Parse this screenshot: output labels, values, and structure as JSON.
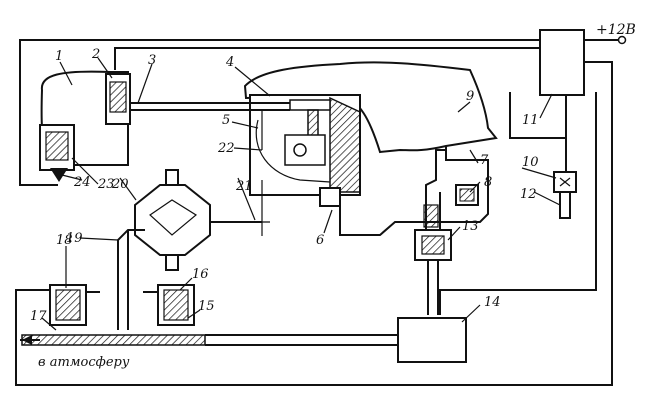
{
  "supply_voltage": "+12В",
  "exhaust_caption": "в атмосферу",
  "component_labels": [
    "1",
    "2",
    "3",
    "4",
    "5",
    "6",
    "7",
    "8",
    "9",
    "10",
    "11",
    "12",
    "13",
    "14",
    "15",
    "16",
    "17",
    "18",
    "19",
    "20",
    "21",
    "22",
    "23",
    "24"
  ]
}
